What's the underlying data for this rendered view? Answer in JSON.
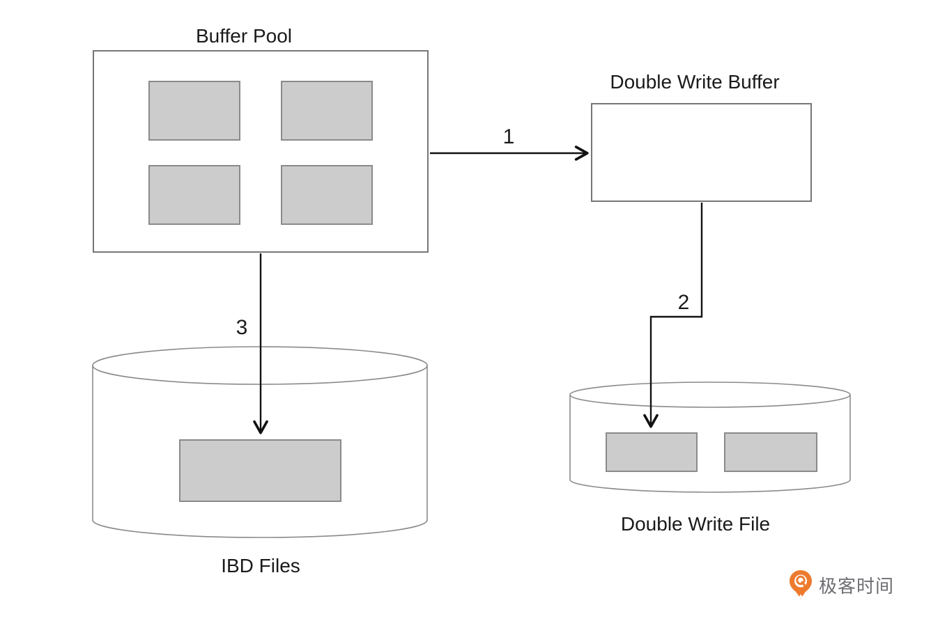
{
  "diagram": {
    "buffer_pool": {
      "label": "Buffer Pool",
      "page_count": 4
    },
    "double_write_buffer": {
      "label": "Double Write Buffer"
    },
    "double_write_file": {
      "label": "Double Write File",
      "page_count": 2
    },
    "ibd_files": {
      "label": "IBD Files",
      "page_count": 1
    },
    "steps": {
      "flush_to_dw_buffer": "1",
      "write_to_dw_file": "2",
      "write_to_ibd": "3"
    }
  },
  "colors": {
    "background": "#ffffff",
    "page_fill": "#cccccc",
    "page_border": "#8a8a8a",
    "box_border": "#767676",
    "cylinder_stroke": "#8a8a8a",
    "arrow_line": "#111111",
    "brand_orange": "#ED7B2E",
    "logo_text_gray": "#6e6e73"
  },
  "logo": {
    "brand_text": "极客时间",
    "icon": "geektime-pin-icon"
  }
}
